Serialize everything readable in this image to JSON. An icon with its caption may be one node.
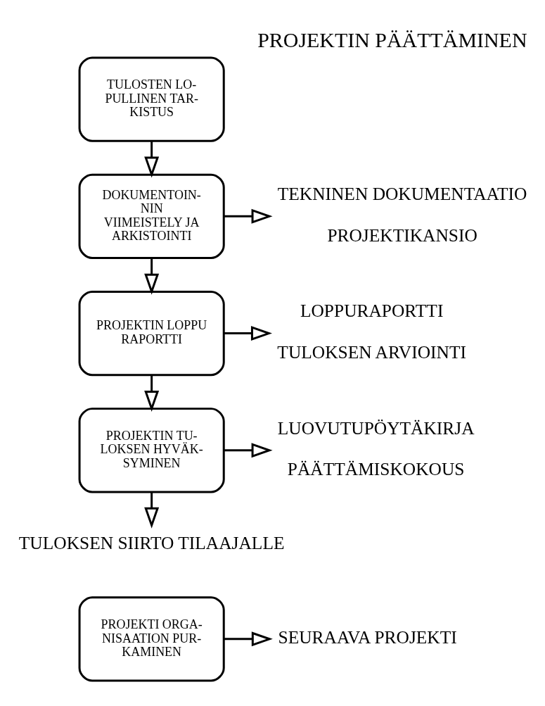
{
  "diagram": {
    "title": "PROJEKTIN PÄÄTTÄMINEN",
    "nodes": [
      {
        "text": [
          "TULOSTEN LO- PULLINEN TAR- KISTUS"
        ]
      },
      {
        "text": [
          "DOKUMENTOIN- NIN VIIMEISTELY JA ARKISTOINTI"
        ]
      },
      {
        "text": [
          "TEKNINEN DOKUMENTAATIO",
          "PROJEKTIKANSIO"
        ]
      },
      {
        "text": [
          "PROJEKTIN LOPPU RAPORTTI"
        ]
      },
      {
        "text": [
          "LOPPURAPORTTI",
          "TULOKSEN ARVIOINTI"
        ]
      },
      {
        "text": [
          "PROJEKTIN TU- LOKSEN HYVÄK- SYMINEN"
        ]
      },
      {
        "text": [
          "LUOVUTUPÖYTÄKIRJA",
          "PÄÄTTÄMISKOKOUS"
        ]
      },
      {
        "text": [
          "TULOKSEN SIIRTO TILAAJALLE"
        ]
      },
      {
        "text": [
          "PROJEKTI ORGA- NISAATION PUR- KAMINEN"
        ]
      },
      {
        "text": [
          "SEURAAVA PROJEKTI"
        ]
      }
    ],
    "edges": [
      {
        "from": 0,
        "to": 1,
        "arrow": "to"
      },
      {
        "from": 1,
        "to": 2,
        "arrow": "to"
      },
      {
        "from": 1,
        "to": 3,
        "arrow": "to"
      },
      {
        "from": 3,
        "to": 4,
        "arrow": "to"
      },
      {
        "from": 3,
        "to": 5,
        "arrow": "to"
      },
      {
        "from": 5,
        "to": 6,
        "arrow": "to"
      },
      {
        "from": 5,
        "to": 7,
        "arrow": "to"
      },
      {
        "from": 8,
        "to": 9,
        "arrow": "to"
      }
    ]
  }
}
